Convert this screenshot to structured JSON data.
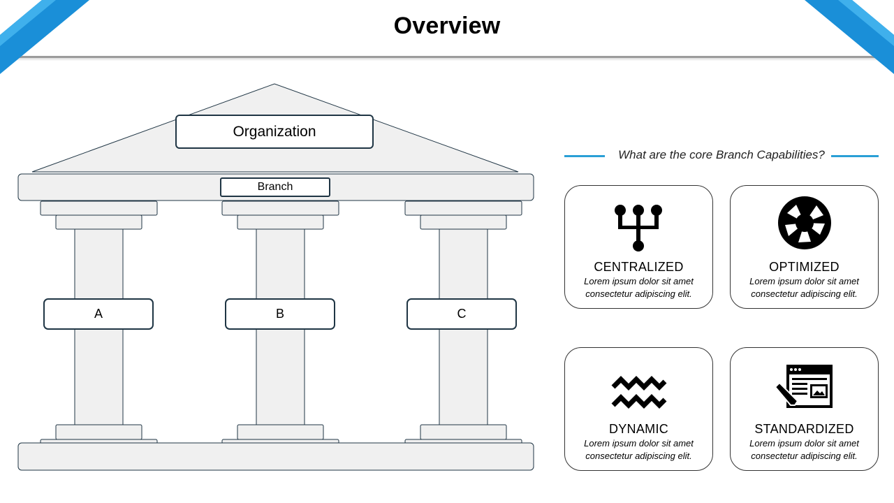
{
  "header": {
    "title": "Overview"
  },
  "diagram": {
    "roof_label": "Organization",
    "beam_label": "Branch",
    "pillars": [
      {
        "label": "A"
      },
      {
        "label": "B"
      },
      {
        "label": "C"
      }
    ]
  },
  "capabilities": {
    "question": "What are the core Branch Capabilities?",
    "cards": [
      {
        "title": "CENTRALIZED",
        "icon": "hierarchy-icon",
        "desc_line1": "Lorem ipsum dolor sit amet",
        "desc_line2": "consectetur adipiscing elit."
      },
      {
        "title": "OPTIMIZED",
        "icon": "aperture-icon",
        "desc_line1": "Lorem ipsum dolor sit amet",
        "desc_line2": "consectetur adipiscing elit."
      },
      {
        "title": "DYNAMIC",
        "icon": "zigzag-waves-icon",
        "desc_line1": "Lorem ipsum dolor sit amet",
        "desc_line2": "consectetur adipiscing elit."
      },
      {
        "title": "STANDARDIZED",
        "icon": "browser-edit-icon",
        "desc_line1": "Lorem ipsum dolor sit amet",
        "desc_line2": "consectetur adipiscing elit."
      }
    ]
  },
  "colors": {
    "accent": "#2a9fd6",
    "ribbon": "#1a8fd8",
    "outline": "#1f3544",
    "fill": "#f0f0f0"
  }
}
